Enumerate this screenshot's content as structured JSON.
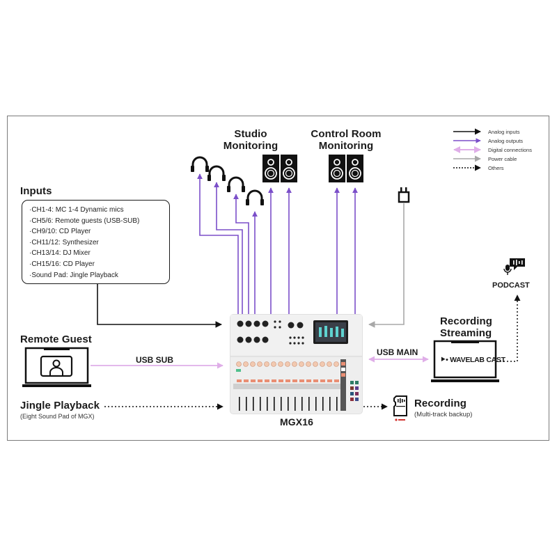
{
  "diagram": {
    "title": "MGX16 connection diagram",
    "legend": [
      {
        "label": "Analog inputs",
        "style": "solid",
        "color": "#111111"
      },
      {
        "label": "Analog outputs",
        "style": "solid",
        "color": "#7b4fc9"
      },
      {
        "label": "Digital connections",
        "style": "double-arrow",
        "color": "#dfaee8"
      },
      {
        "label": "Power cable",
        "style": "solid",
        "color": "#a8a8a8"
      },
      {
        "label": "Others",
        "style": "dotted",
        "color": "#111111"
      }
    ],
    "colors": {
      "analog_in": "#111111",
      "analog_out": "#7b4fc9",
      "digital": "#dfaee8",
      "power": "#a8a8a8",
      "frame": "#7a7a7a"
    },
    "inputs": {
      "heading": "Inputs",
      "items": [
        "·CH1-4: MC 1-4 Dynamic mics",
        "·CH5/6: Remote guests (USB-SUB)",
        "·CH9/10: CD Player",
        "·CH11/12: Synthesizer",
        "·CH13/14: DJ Mixer",
        "·CH15/16: CD Player",
        "·Sound Pad: Jingle Playback"
      ]
    },
    "studio_monitoring": {
      "line1": "Studio",
      "line2": "Monitoring",
      "headphones": 4,
      "speakers": 2
    },
    "control_room_monitoring": {
      "line1": "Control Room",
      "line2": "Monitoring",
      "speakers": 2
    },
    "remote_guest": {
      "heading": "Remote Guest",
      "link_label": "USB SUB"
    },
    "jingle": {
      "heading": "Jingle Playback",
      "sub": "(Eight Sound Pad of MGX)"
    },
    "mixer": {
      "name": "MGX16"
    },
    "recording_streaming": {
      "line1": "Recording",
      "line2": "Streaming",
      "app_label": "WAVELAB CAST",
      "link_label": "USB MAIN"
    },
    "podcast": {
      "label": "PODCAST"
    },
    "sd_recording": {
      "heading": "Recording",
      "sub": "(Multi-track backup)",
      "card_label": "SD"
    }
  }
}
